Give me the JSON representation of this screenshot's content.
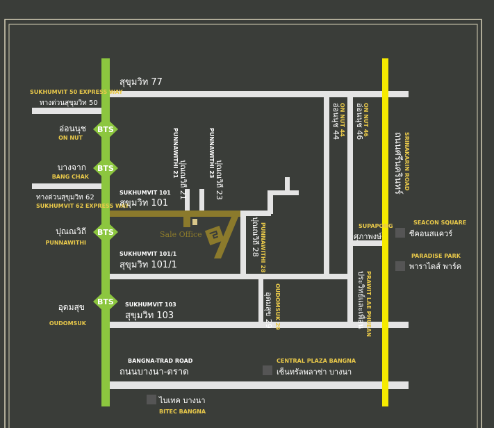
{
  "colors": {
    "background": "#3a3d39",
    "frame": "#d8d2b8",
    "green_line": "#8cc63f",
    "yellow_line": "#f5ea00",
    "road": "#e4e4e4",
    "gold": "#8b7a2c",
    "label_en": "#e9c94a",
    "label_th": "#ffffff",
    "marker": "#555555"
  },
  "stations": [
    {
      "code": "BTS",
      "th": "อ่อนนุช",
      "en": "ON NUT"
    },
    {
      "code": "BTS",
      "th": "บางจาก",
      "en": "BANG CHAK"
    },
    {
      "code": "BTS",
      "th": "ปุณณวิถี",
      "en": "PUNNAWITHI"
    },
    {
      "code": "BTS",
      "th": "อุดมสุข",
      "en": "OUDOMSUK"
    }
  ],
  "roads": {
    "sukhumvit77": {
      "th": "สุขุมวิท 77"
    },
    "express50": {
      "en": "SUKHUMVIT 50 EXPRESS WAY",
      "th": "ทางด่วนสุขุมวิท 50"
    },
    "express62": {
      "th": "ทางด่วนสุขุมวิท 62",
      "en": "SUKHUMVIT 62 EXPRESS WAY"
    },
    "sukhumvit101": {
      "en": "SUKHUMVIT 101",
      "th": "สุขุมวิท 101"
    },
    "sukhumvit101_1": {
      "en": "SUKHUMVIT 101/1",
      "th": "สุขุมวิท 101/1"
    },
    "sukhumvit103": {
      "en": "SUKHUMVIT 103",
      "th": "สุขุมวิท 103"
    },
    "punnawithi21": {
      "en": "PUNNAWITHI 21",
      "th": "ปุณณวิถี 21"
    },
    "punnawithi23": {
      "en": "PUNNAWITHI 23",
      "th": "ปุณณวิถี 23"
    },
    "punnawithi28": {
      "th": "ปุณณวิถี 28",
      "en": "PUNNAWITHI 28"
    },
    "udomsuk29": {
      "en": "OUDOMSUK 29",
      "th": "อุดมสุข 29"
    },
    "onnut44": {
      "en": "ON NUT 44",
      "th": "อ่อนนุช 44"
    },
    "onnut46": {
      "en": "ON NUT 46",
      "th": "อ่อนนุช 46"
    },
    "srinakarin": {
      "en": "SRINAKARIN ROAD",
      "th": "ถนนศรีนครินทร์"
    },
    "supapong": {
      "en": "SUPAPONG",
      "th": "ศุภาพงษ์"
    },
    "prawit": {
      "en": "PRAWIT LAE PHUEAN",
      "th": "ประวิทย์และเพื่อน"
    },
    "bangna": {
      "en": "BANGNA-TRAD ROAD",
      "th": "ถนนบางนา-ตราด"
    }
  },
  "landmarks": {
    "sale_office": "Sale Office",
    "seacon": {
      "en": "SEACON SQUARE",
      "th": "ซีคอนสแควร์"
    },
    "paradise": {
      "en": "PARADISE PARK",
      "th": "พาราไดส์ พาร์ค"
    },
    "central": {
      "en": "CENTRAL PLAZA BANGNA",
      "th": "เซ็นทรัลพลาซ่า บางนา"
    },
    "bitec": {
      "th": "ไบเทค บางนา",
      "en": "BITEC BANGNA"
    }
  }
}
